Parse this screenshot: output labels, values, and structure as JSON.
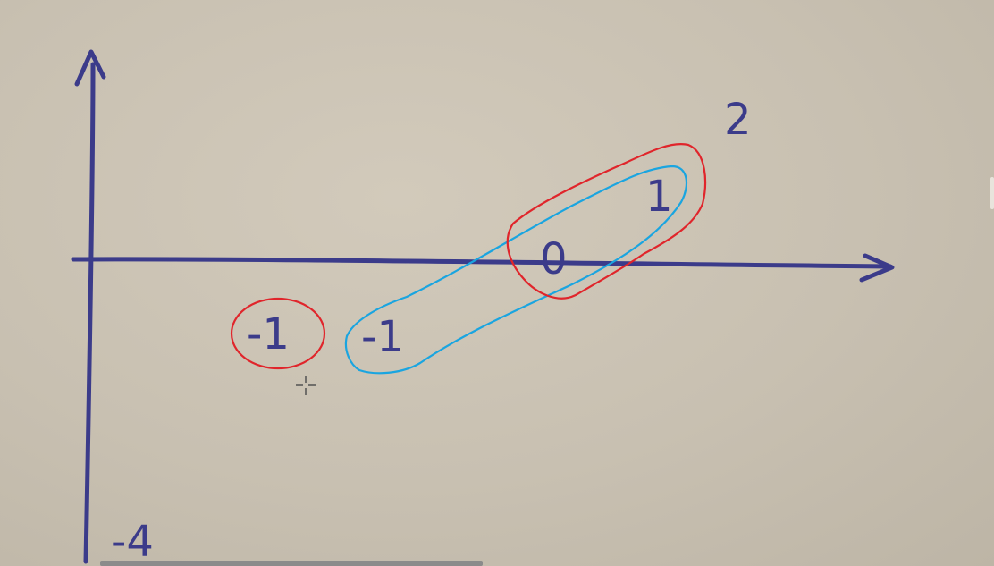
{
  "board": {
    "background": "#c9c1b2",
    "ink_color": "#3b3b8a",
    "red_marker": "#e0252b",
    "blue_marker": "#1aa5e0"
  },
  "labels": {
    "top_right": "2",
    "bottom_left": "-4",
    "value_one": "1",
    "value_zero": "0",
    "value_neg_blue": "-1",
    "value_neg_red": "-1"
  },
  "icons": {
    "cursor": "crosshair-move-icon"
  }
}
